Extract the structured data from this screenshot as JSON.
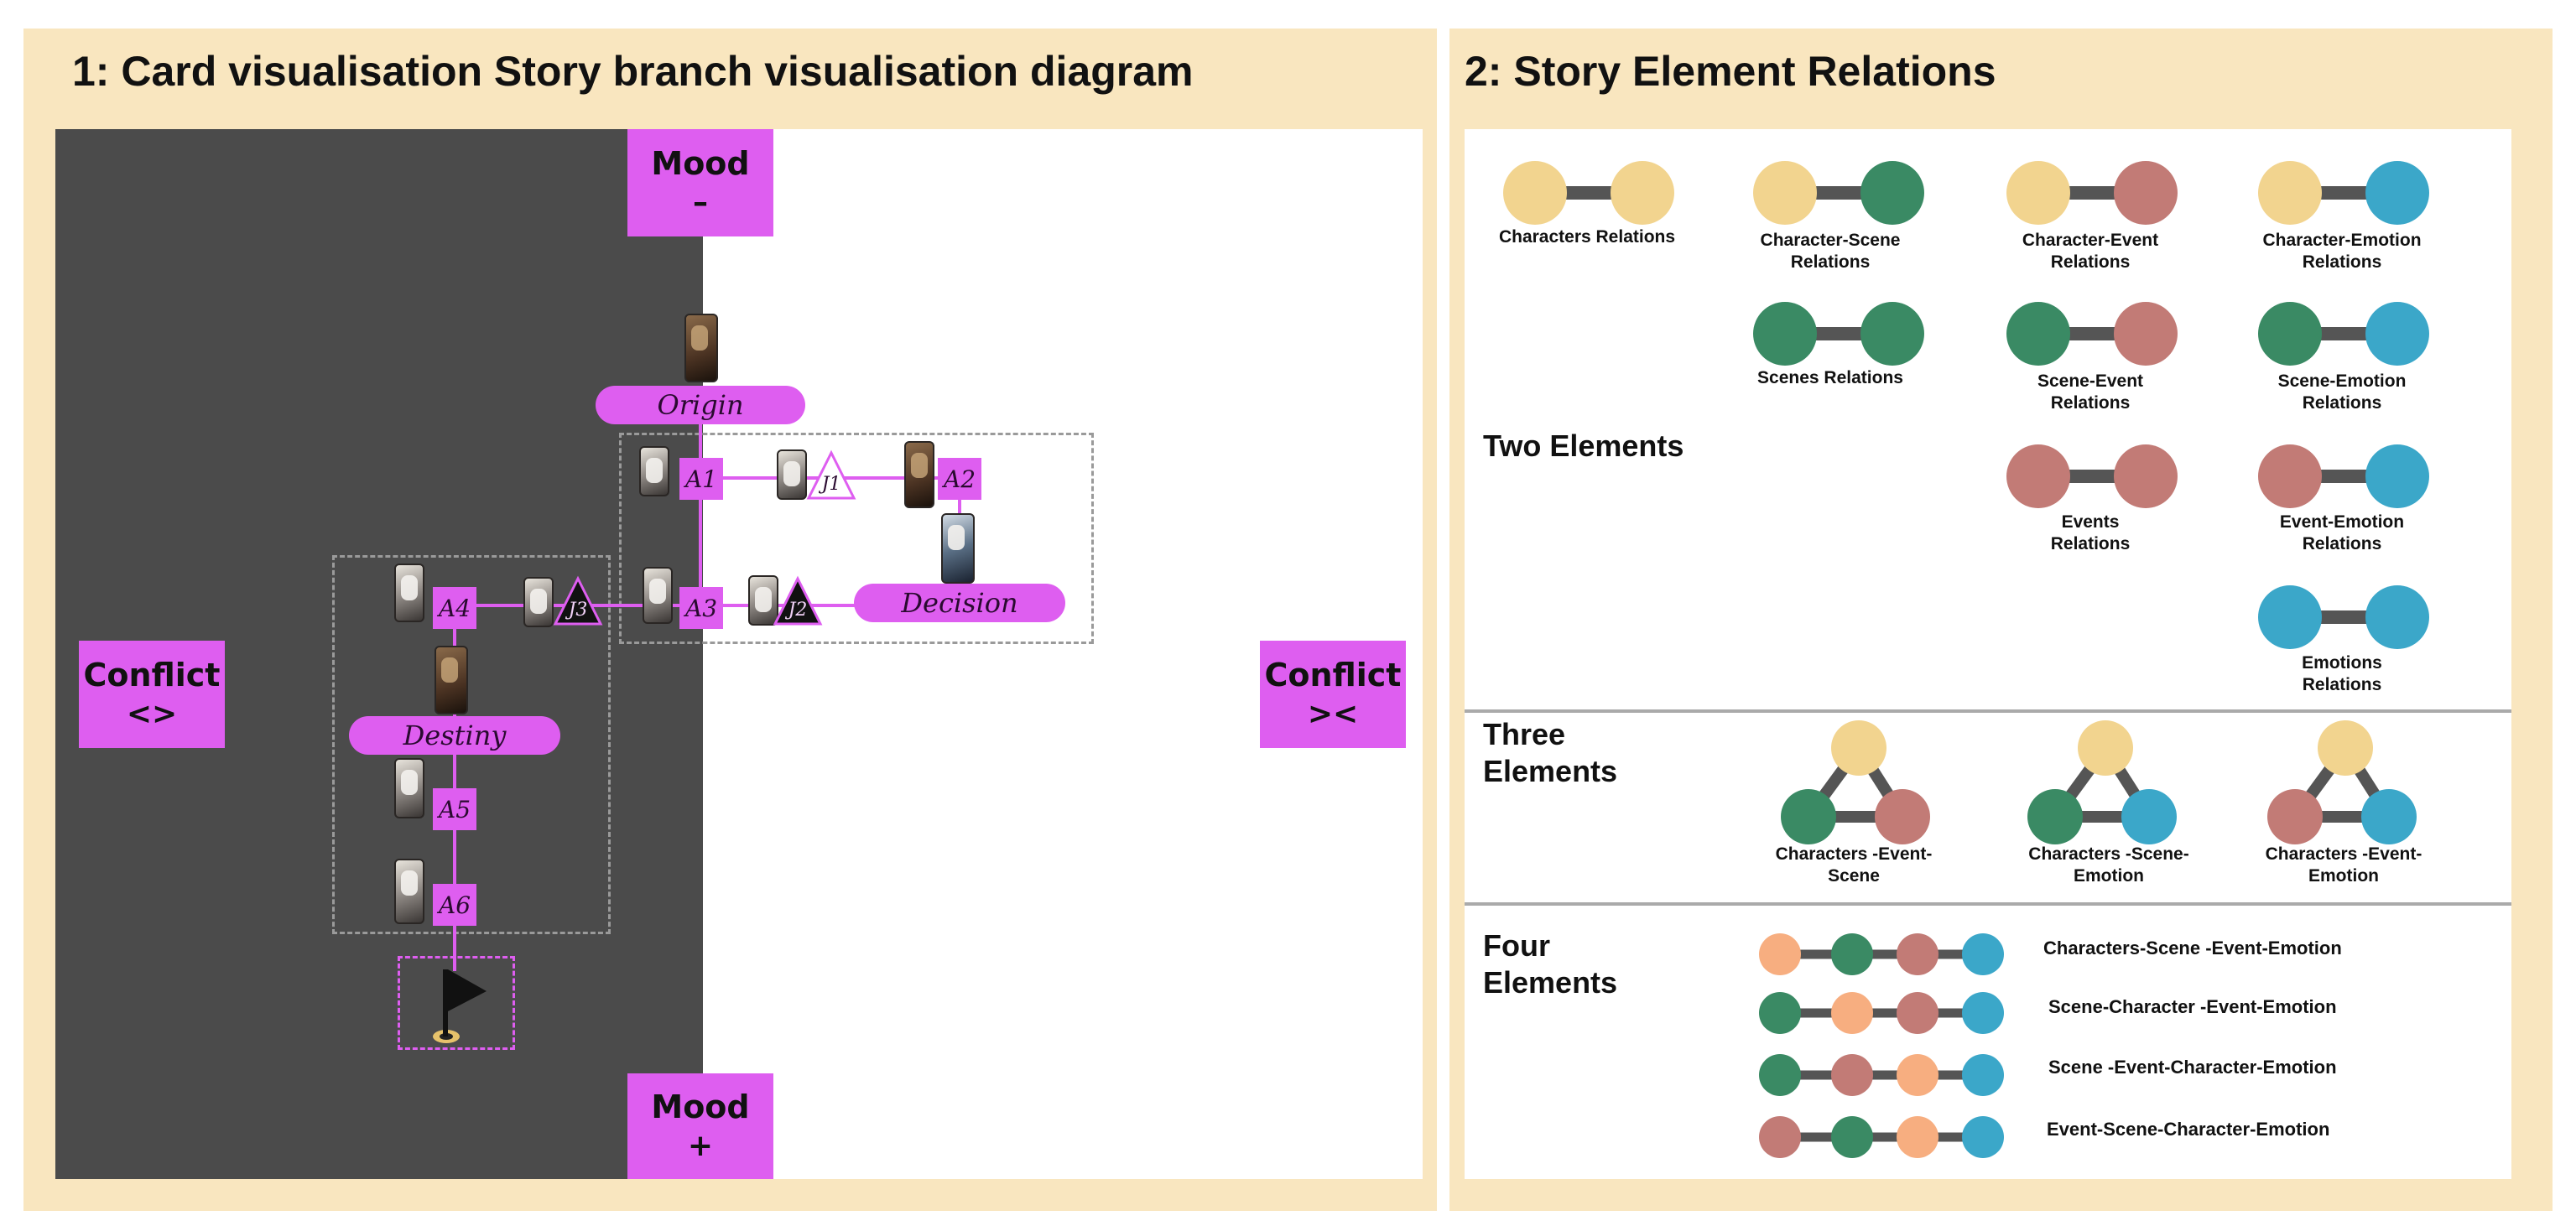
{
  "left_panel": {
    "title": "1: Card visualisation Story branch visualisation diagram",
    "mood_top": {
      "label": "Mood",
      "symbol": "–"
    },
    "mood_bottom": {
      "label": "Mood",
      "symbol": "+"
    },
    "conflict_left": {
      "label": "Conflict",
      "symbol": "<>"
    },
    "conflict_right": {
      "label": "Conflict",
      "symbol": "><"
    },
    "nodes": {
      "origin": "Origin",
      "decision": "Decision",
      "destiny": "Destiny",
      "a1": "A1",
      "a2": "A2",
      "a3": "A3",
      "a4": "A4",
      "a5": "A5",
      "a6": "A6",
      "j1": "J1",
      "j2": "J2",
      "j3": "J3"
    }
  },
  "right_panel": {
    "title": "2: Story Element Relations",
    "colors": {
      "character": "#f2d48f",
      "scene": "#3a8a64",
      "event": "#c27b76",
      "emotion": "#3ba7c9",
      "character_four": "#f7ae80"
    },
    "sections": {
      "two": "Two Elements",
      "three": "Three\nElements",
      "four": "Four\nElements"
    },
    "two_elements": [
      "Characters Relations",
      "Character-Scene\nRelations",
      "Character-Event\nRelations",
      "Character-Emotion\nRelations",
      "Scenes Relations",
      "Scene-Event\nRelations",
      "Scene-Emotion\nRelations",
      "Events\nRelations",
      "Event-Emotion\nRelations",
      "Emotions\nRelations"
    ],
    "three_elements": [
      "Characters -Event-\nScene",
      "Characters -Scene-\nEmotion",
      "Characters -Event-\nEmotion"
    ],
    "four_elements": [
      "Characters-Scene -Event-Emotion",
      "Scene-Character -Event-Emotion",
      "Scene -Event-Character-Emotion",
      "Event-Scene-Character-Emotion"
    ]
  }
}
